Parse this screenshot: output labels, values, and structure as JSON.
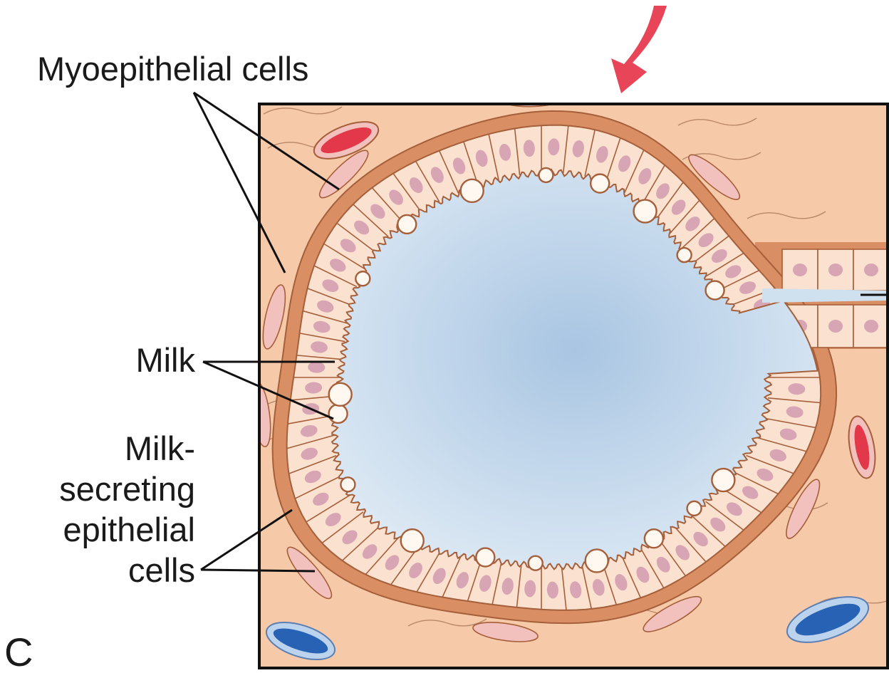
{
  "labels": {
    "myoepithelial": "Myoepithelial cells",
    "milk": "Milk",
    "secreting_1": "Milk-",
    "secreting_2": "secreting",
    "secreting_3": "epithelial",
    "secreting_4": "cells",
    "panel": "C"
  },
  "colors": {
    "stroma": "#f6c9a8",
    "stroma_line": "#a9805f",
    "basement": "#d98f63",
    "cell_fill": "#fbe1cf",
    "cell_outline": "#a55f3a",
    "nucleus": "#d7a5b3",
    "lumen": "#cfe0ef",
    "lumen_dark": "#a9c5e2",
    "myo_fill": "#f3c1bd",
    "artery": "#e3384a",
    "vein": "#2862b5",
    "arrow": "#e84658"
  },
  "icons": {
    "arrow": "curved-arrow-icon"
  }
}
